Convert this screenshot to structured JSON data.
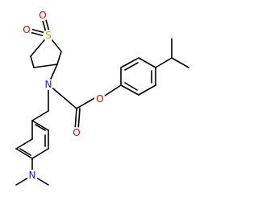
{
  "molecule": {
    "atoms": {
      "sulfur": {
        "label": "S",
        "color": "#b8a000"
      },
      "sulfone_o_top": {
        "label": "O",
        "color": "#e00000"
      },
      "sulfone_o_left": {
        "label": "O",
        "color": "#e00000"
      },
      "amide_n": {
        "label": "N",
        "color": "#1a1aff"
      },
      "amide_o": {
        "label": "O",
        "color": "#e00000"
      },
      "ether_o": {
        "label": "O",
        "color": "#e00000"
      },
      "amine_n": {
        "label": "N",
        "color": "#1a1aff"
      }
    },
    "bond_color": "#000000"
  }
}
